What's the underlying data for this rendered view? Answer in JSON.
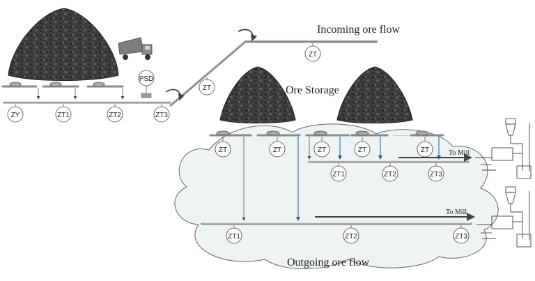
{
  "labels": {
    "incoming": "Incoming ore flow",
    "storage": "Ore Storage",
    "outgoing": "Outgoing ore flow",
    "to_mill_1": "To Mill",
    "to_mill_2": "To Mill"
  },
  "sensors": {
    "psd": "PSD",
    "zt_top": "ZT",
    "zt_incline": "ZT",
    "zy": "ZY",
    "zt1_left": "ZT1",
    "zt2_left": "ZT2",
    "zt3_left": "ZT3",
    "zt_feeder_1": "ZT",
    "zt_feeder_2": "ZT",
    "zt_feeder_3": "ZT",
    "zt_feeder_4": "ZT",
    "zt_feeder_5": "ZT",
    "zt1_mid": "ZT1",
    "zt2_mid": "ZT2",
    "zt3_mid": "ZT3",
    "zt1_bottom": "ZT1",
    "zt2_bottom": "ZT2",
    "zt3_bottom": "ZT3"
  },
  "colors": {
    "ore_pile": "#3a3a3a",
    "cloud_fill": "#eef3f3",
    "cloud_stroke": "#5a6a6a",
    "conveyor": "#8a8a8a",
    "blue_drop": "#2b5a9a",
    "arrow": "#555555"
  }
}
